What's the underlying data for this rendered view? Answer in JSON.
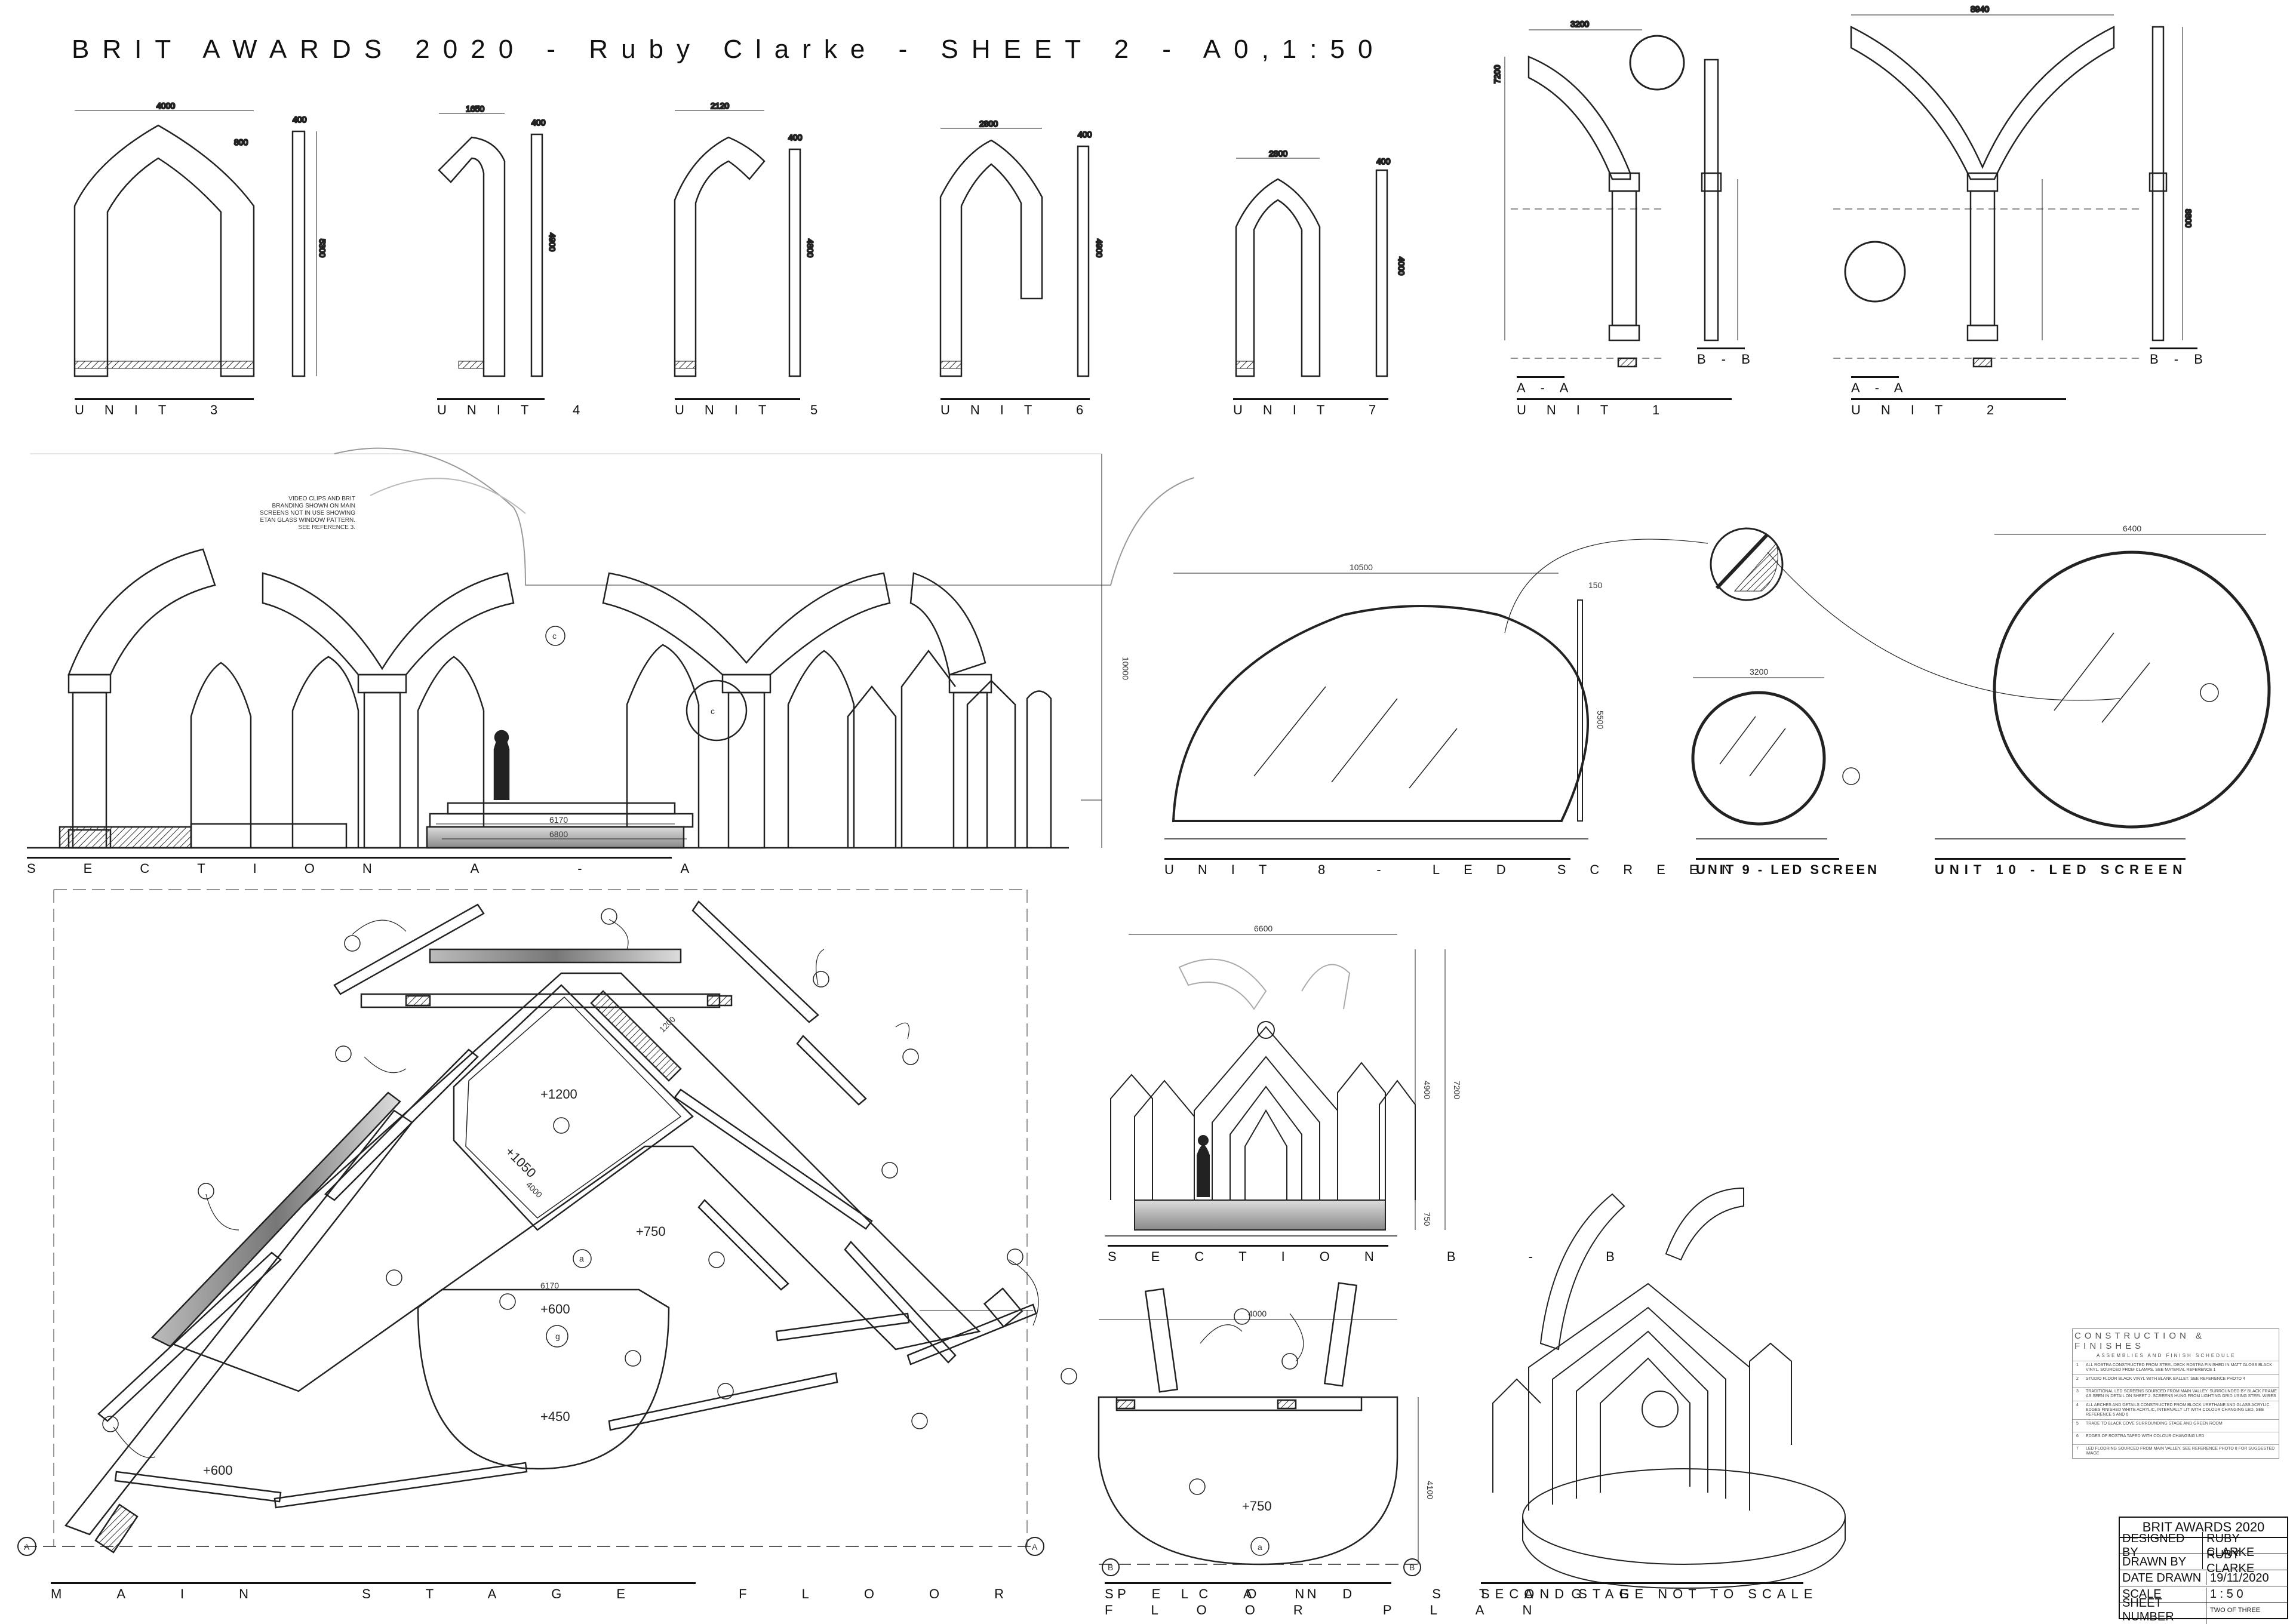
{
  "sheet": {
    "title": "BRIT AWARDS 2020 - Ruby Clarke - SHEET 2 - A0,1:50"
  },
  "labels": {
    "unit3": "UNIT 3",
    "unit4": "UNIT 4",
    "unit5": "UNIT 5",
    "unit6": "UNIT 6",
    "unit7": "UNIT 7",
    "unit1": "UNIT 1",
    "unit2": "UNIT 2",
    "unit1_aa": "A - A",
    "unit1_bb": "B - B",
    "unit2_aa": "A - A",
    "unit2_bb": "B - B",
    "section_aa": "SECTION A - A",
    "unit8": "UNIT 8 - LED SCREEN",
    "unit9": "UNIT 9 - LED SCREEN",
    "unit10": "UNIT 10 - LED SCREEN",
    "section_bb": "SECTION B - B",
    "main_plan": "MAIN STAGE FLOOR PLAN",
    "second_plan_1": "SECOND STAGE",
    "second_plan_2": "FLOOR PLAN",
    "second_nts": "SECOND STAGE NOT TO SCALE"
  },
  "dims": {
    "u3_w": "4000",
    "u3_t": "400",
    "u3_h": "5300",
    "u3_inner": "800",
    "u4_w": "1650",
    "u4_t": "400",
    "u4_h": "4900",
    "u5_w": "2120",
    "u5_t": "400",
    "u5_h": "4800",
    "u6_w": "2800",
    "u6_t": "400",
    "u6_h": "4900",
    "u7_w": "2800",
    "u7_t": "400",
    "u7_h": "4000",
    "u1_w": "3200",
    "u1_h": "7200",
    "u2_w": "8940",
    "u2_h": "8800",
    "sec_aa_h": "10000",
    "sec_aa_w1": "6170",
    "sec_aa_w2": "6800",
    "u8_w": "10500",
    "u8_t": "150",
    "u8_h": "5500",
    "u9_w": "3200",
    "u10_w": "6400",
    "sec_bb_w": "6600",
    "sec_bb_h1": "4900",
    "sec_bb_h2": "7200",
    "sec_bb_base": "750",
    "plan_w": "6170",
    "plan_w2": "4000",
    "plan_d": "4100"
  },
  "notes_text": {
    "sec_aa_note": "VIDEO CLIPS AND BRIT BRANDING SHOWN ON MAIN SCREENS NOT IN USE SHOWING ETAN GLASS WINDOW PATTERN. SEE REFERENCE 3."
  },
  "levels": {
    "main_a": "+1200",
    "main_b": "+1050",
    "main_c": "+750",
    "main_d": "+600",
    "main_e": "+600",
    "main_f": "+450",
    "second": "+750",
    "tag_a": "a",
    "tag_g": "g",
    "tag_c": "c",
    "plan_4000": "4000",
    "plan_1200": "1200"
  },
  "grid": {
    "a": "A",
    "b": "B"
  },
  "construction": {
    "title": "CONSTRUCTION & FINISHES",
    "subtitle": "ASSEMBLIES AND FINISH SCHEDULE",
    "items": [
      {
        "n": "1",
        "t": "ALL ROSTRA CONSTRUCTED FROM STEEL DECK ROSTRA FINISHED IN MATT GLOSS BLACK VINYL. SOURCED FROM CLAMPS. SEE MATERIAL REFERENCE 1"
      },
      {
        "n": "2",
        "t": "STUDIO FLOOR BLACK VINYL WITH BLANK BALLET. SEE REFERENCE PHOTO 4"
      },
      {
        "n": "3",
        "t": "TRADITIONAL LED SCREENS SOURCED FROM MAIN VALLEY. SURROUNDED BY BLACK FRAME AS SEEN IN DETAIL ON SHEET 2. SCREENS HUNG FROM LIGHTING GRID USING STEEL WIRES"
      },
      {
        "n": "4",
        "t": "ALL ARCHES AND DETAILS CONSTRUCTED FROM BLOCK URETHANE AND GLASS ACRYLIC. EDGES FINISHED WHITE ACRYLIC, INTERNALLY LIT WITH COLOUR CHANGING LED. SEE REFERENCE 5 AND 6"
      },
      {
        "n": "5",
        "t": "TRADE TO BLACK COVE SURROUNDING STAGE AND GREEN ROOM"
      },
      {
        "n": "6",
        "t": "EDGES OF ROSTRA TAPED WITH COLOUR CHANGING LED"
      },
      {
        "n": "7",
        "t": "LED FLOORING SOURCED FROM MAIN VALLEY. SEE REFERENCE PHOTO 8 FOR SUGGESTED IMAGE"
      }
    ]
  },
  "titleblock": {
    "project": "BRIT AWARDS 2020",
    "designed_k": "DESIGNED BY",
    "designed_v": "RUBY CLARKE",
    "drawn_k": "DRAWN BY",
    "drawn_v": "RUBY CLARKE",
    "date_k": "DATE DRAWN",
    "date_v": "19/11/2020",
    "scale_k": "SCALE",
    "scale_v": "1 : 5 0",
    "sheet_k": "SHEET NUMBER",
    "sheet_v": "TWO OF THREE"
  }
}
